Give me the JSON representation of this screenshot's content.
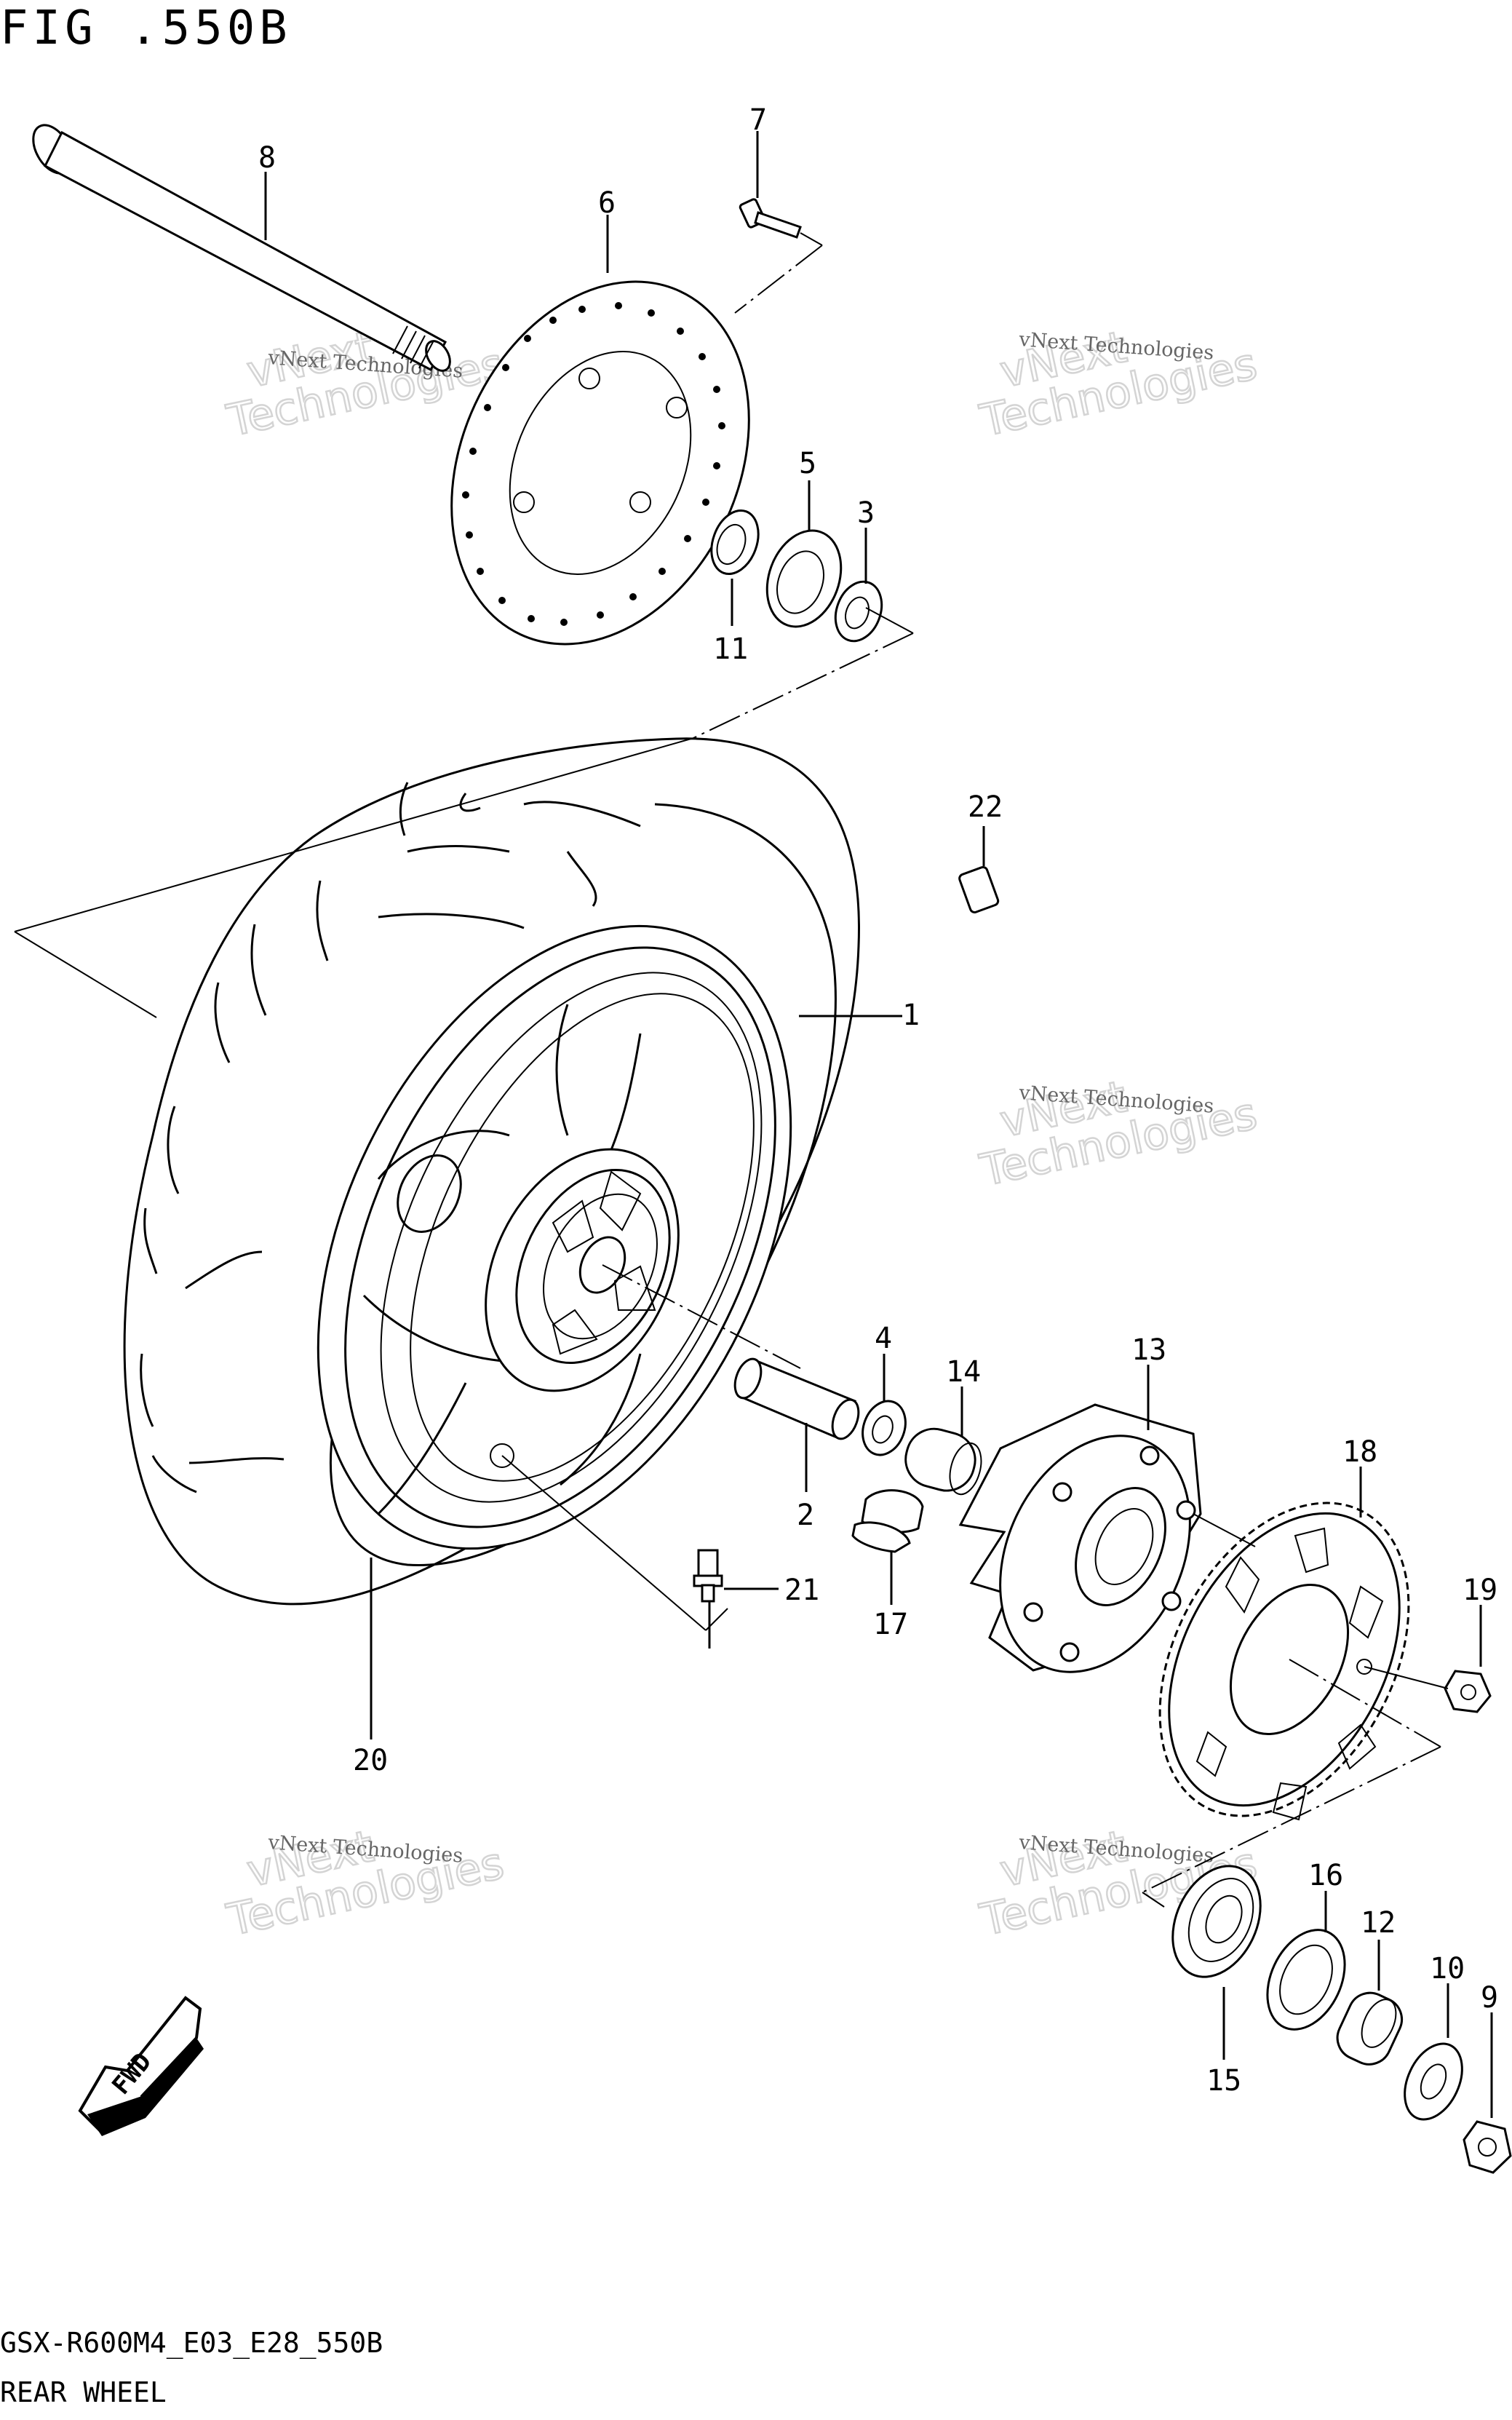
{
  "figure_title": "FIG .550B",
  "footer": {
    "code": "GSX-R600M4_E03_E28_550B",
    "caption": "REAR WHEEL"
  },
  "direction_badge": "FWD",
  "watermark": {
    "small": "vNext Technologies",
    "large_1": "vNext",
    "large_2": "Technologies"
  },
  "part_refs": {
    "p1": "1",
    "p2": "2",
    "p3": "3",
    "p4": "4",
    "p5": "5",
    "p6": "6",
    "p7": "7",
    "p8": "8",
    "p9": "9",
    "p10": "10",
    "p11": "11",
    "p12": "12",
    "p13": "13",
    "p14": "14",
    "p15": "15",
    "p16": "16",
    "p17": "17",
    "p18": "18",
    "p19": "19",
    "p20": "20",
    "p21": "21",
    "p22": "22"
  }
}
